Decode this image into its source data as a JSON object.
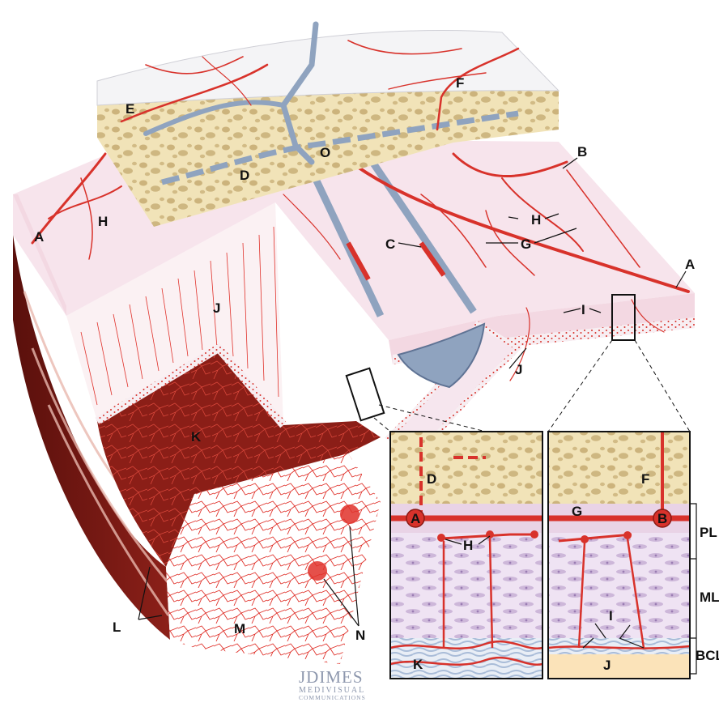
{
  "labels": {
    "A": "A",
    "B": "B",
    "C": "C",
    "D": "D",
    "E": "E",
    "F": "F",
    "G": "G",
    "H": "H",
    "I": "I",
    "J": "J",
    "K": "K",
    "L": "L",
    "M": "M",
    "N": "N",
    "O": "O"
  },
  "layers": {
    "pl": "PL",
    "ml": "ML",
    "bcl": "BCL"
  },
  "watermark": {
    "line1": "JDIMES",
    "line2": "MEDIVISUAL",
    "line3": "COMMUNICATIONS"
  },
  "colors": {
    "vessel_red": "#d8322b",
    "vein_blue": "#8fa3bf",
    "bone": "#f1e3b8",
    "dura_pink": "#f6e6ee",
    "brain_dark": "#7a1a14",
    "cell_purple": "#cdb7d9"
  }
}
